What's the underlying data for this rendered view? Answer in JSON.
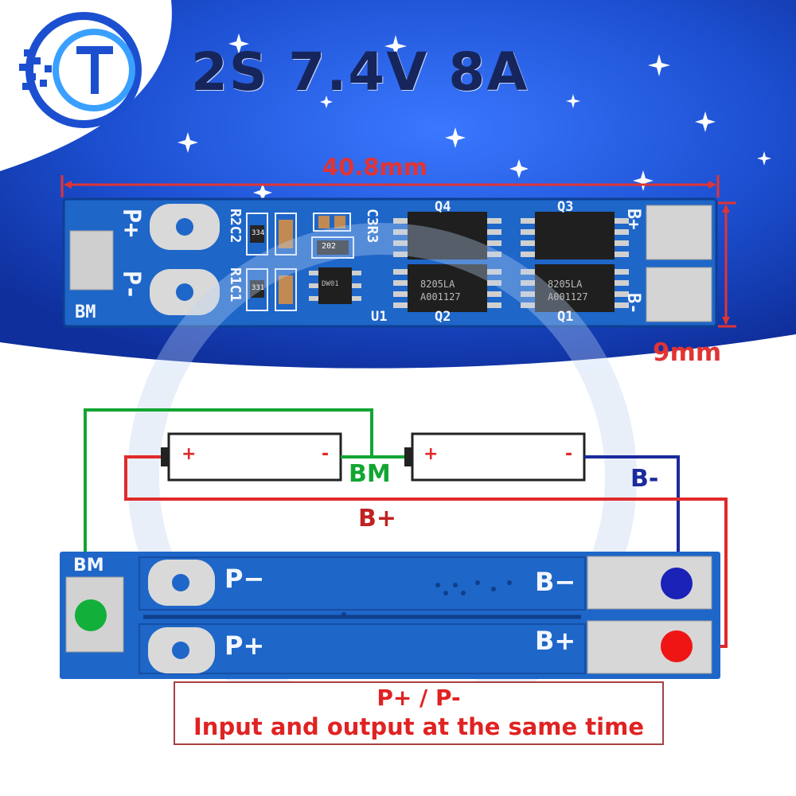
{
  "header": {
    "title": "2S 7.4V 8A",
    "dimension_width": "40.8mm",
    "dimension_height": "9mm",
    "logo_icon": "brand-logo-icon",
    "background_color": "#1c4fd0"
  },
  "top_pcb": {
    "labels": {
      "p_plus": "P+",
      "p_minus": "P-",
      "bm": "BM",
      "b_plus": "B+",
      "b_minus": "B-",
      "r2c2": "R2C2",
      "r1c1": "R1C1",
      "c3r3": "C3R3",
      "u1": "U1",
      "q1": "Q1",
      "q2": "Q2",
      "q3": "Q3",
      "q4": "Q4"
    },
    "resistor_202": "202",
    "resistor_334": "334",
    "resistor_331": "331",
    "chip_code_u1": "DW01",
    "mosfet_text_1": "8205LA",
    "mosfet_text_2": "A001127"
  },
  "wiring": {
    "bm_label": "BM",
    "b_minus_label": "B-",
    "b_plus_label": "B+",
    "cell_plus": "+",
    "cell_minus": "-",
    "colors": {
      "bm_wire": "#12a533",
      "b_minus_wire": "#1a2b9c",
      "b_plus_wire": "#e02a2a"
    }
  },
  "bottom_pcb": {
    "bm": "BM",
    "p_minus": "P−",
    "p_plus": "P+",
    "b_minus": "B−",
    "b_plus": "B+"
  },
  "caption": {
    "line1": "P+ / P-",
    "line2": "Input and output at the same time"
  }
}
